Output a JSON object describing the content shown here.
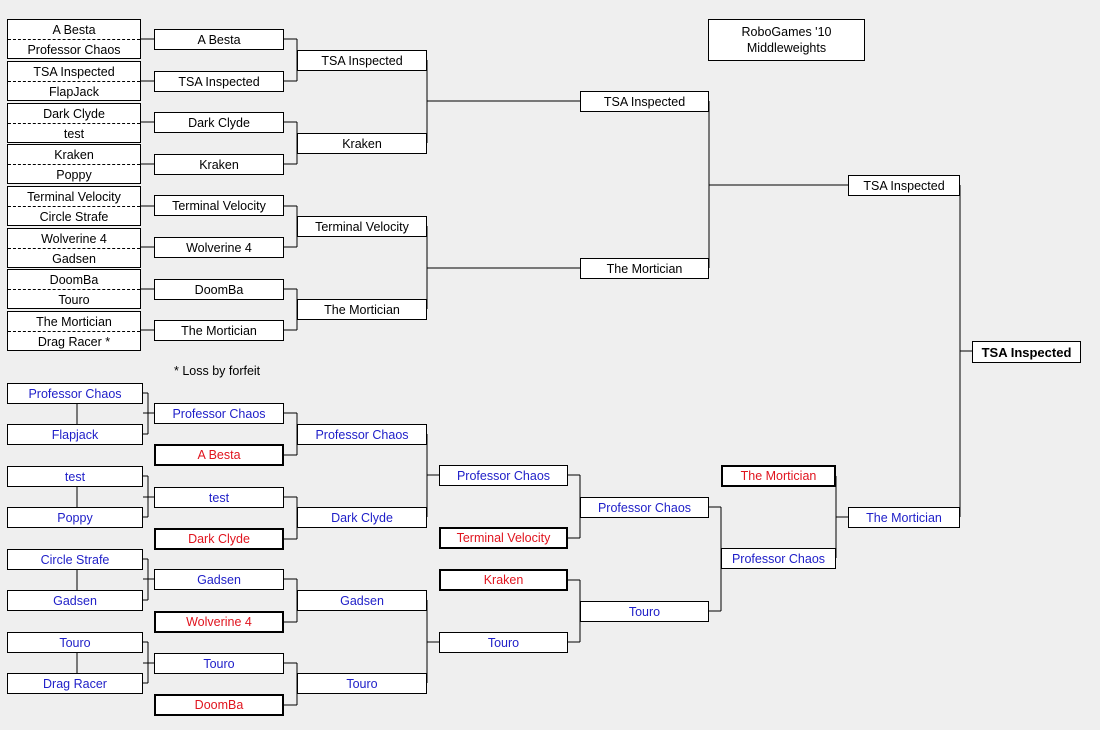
{
  "title": {
    "line1": "RoboGames '10",
    "line2": "Middleweights"
  },
  "note": "* Loss by forfeit",
  "colors": {
    "blue": "#1e1ec8",
    "red": "#e0141e",
    "background": "#efefef"
  },
  "winners_bracket": {
    "round1_pairs": [
      [
        "A Besta",
        "Professor Chaos"
      ],
      [
        "TSA Inspected",
        "FlapJack"
      ],
      [
        "Dark Clyde",
        "test"
      ],
      [
        "Kraken",
        "Poppy"
      ],
      [
        "Terminal Velocity",
        "Circle Strafe"
      ],
      [
        "Wolverine 4",
        "Gadsen"
      ],
      [
        "DoomBa",
        "Touro"
      ],
      [
        "The Mortician",
        "Drag Racer *"
      ]
    ],
    "round2": [
      "A Besta",
      "TSA Inspected",
      "Dark Clyde",
      "Kraken",
      "Terminal Velocity",
      "Wolverine 4",
      "DoomBa",
      "The Mortician"
    ],
    "round3": [
      "TSA Inspected",
      "Kraken",
      "Terminal Velocity",
      "The Mortician"
    ],
    "round4": [
      "TSA Inspected",
      "The Mortician"
    ],
    "final": "TSA Inspected"
  },
  "grand_champion": "TSA Inspected",
  "losers_bracket": {
    "round1": [
      "Professor Chaos",
      "Flapjack",
      "test",
      "Poppy",
      "Circle Strafe",
      "Gadsen",
      "Touro",
      "Drag Racer"
    ],
    "round2": [
      "Professor Chaos",
      "test",
      "Gadsen",
      "Touro"
    ],
    "dropins_a": [
      "A Besta",
      "Dark Clyde",
      "Wolverine 4",
      "DoomBa"
    ],
    "round3": [
      "Professor Chaos",
      "Dark Clyde",
      "Gadsen",
      "Touro"
    ],
    "round4": [
      "Professor Chaos",
      "Touro"
    ],
    "dropins_b": [
      "Terminal Velocity",
      "Kraken"
    ],
    "round5": [
      "Professor Chaos",
      "Touro"
    ],
    "dropin_c": "The Mortician",
    "round6": "Professor Chaos",
    "final": "The Mortician"
  }
}
